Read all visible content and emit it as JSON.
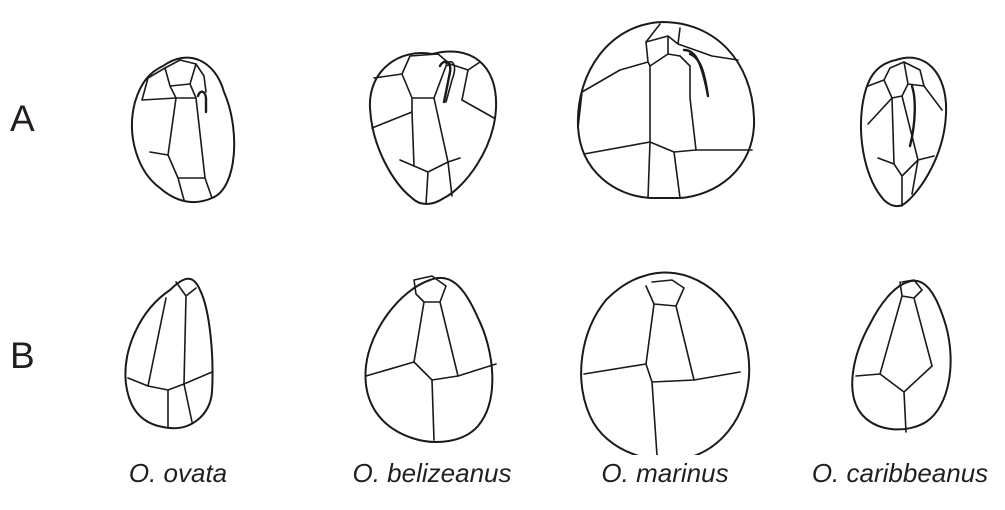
{
  "rows": [
    {
      "label": "A"
    },
    {
      "label": "B"
    }
  ],
  "species": [
    {
      "name": "O. ovata"
    },
    {
      "name": "O. belizeanus"
    },
    {
      "name": "O. marinus"
    },
    {
      "name": "O. caribbeanus"
    }
  ],
  "colors": {
    "ink": "#1a1a1a",
    "text": "#231f20",
    "background": "#ffffff"
  }
}
